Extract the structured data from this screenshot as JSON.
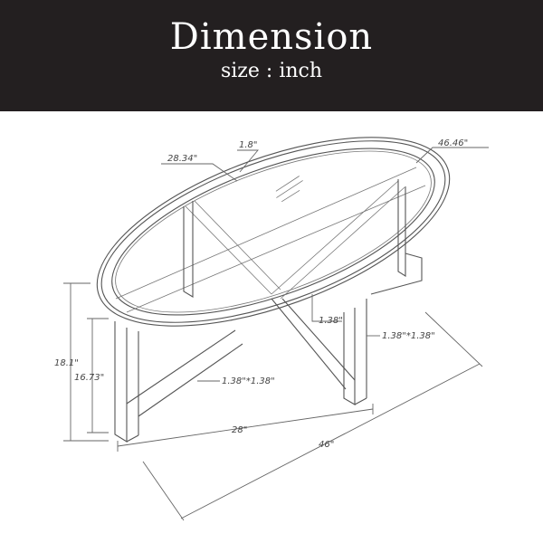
{
  "header": {
    "title": "Dimension",
    "subtitle": "size : inch"
  },
  "dimensions": {
    "top_depth": "28.34\"",
    "rim_width": "1.8\"",
    "top_length": "46.46\"",
    "leg_inset": "1.38\"",
    "leg_section_right": "1.38\"*1.38\"",
    "leg_section_left": "1.38\"*1.38\"",
    "total_height": "18.1\"",
    "base_height": "16.73\"",
    "base_depth": "28\"",
    "base_length": "46\""
  },
  "colors": {
    "header_bg": "#231f20",
    "line": "#555555"
  }
}
